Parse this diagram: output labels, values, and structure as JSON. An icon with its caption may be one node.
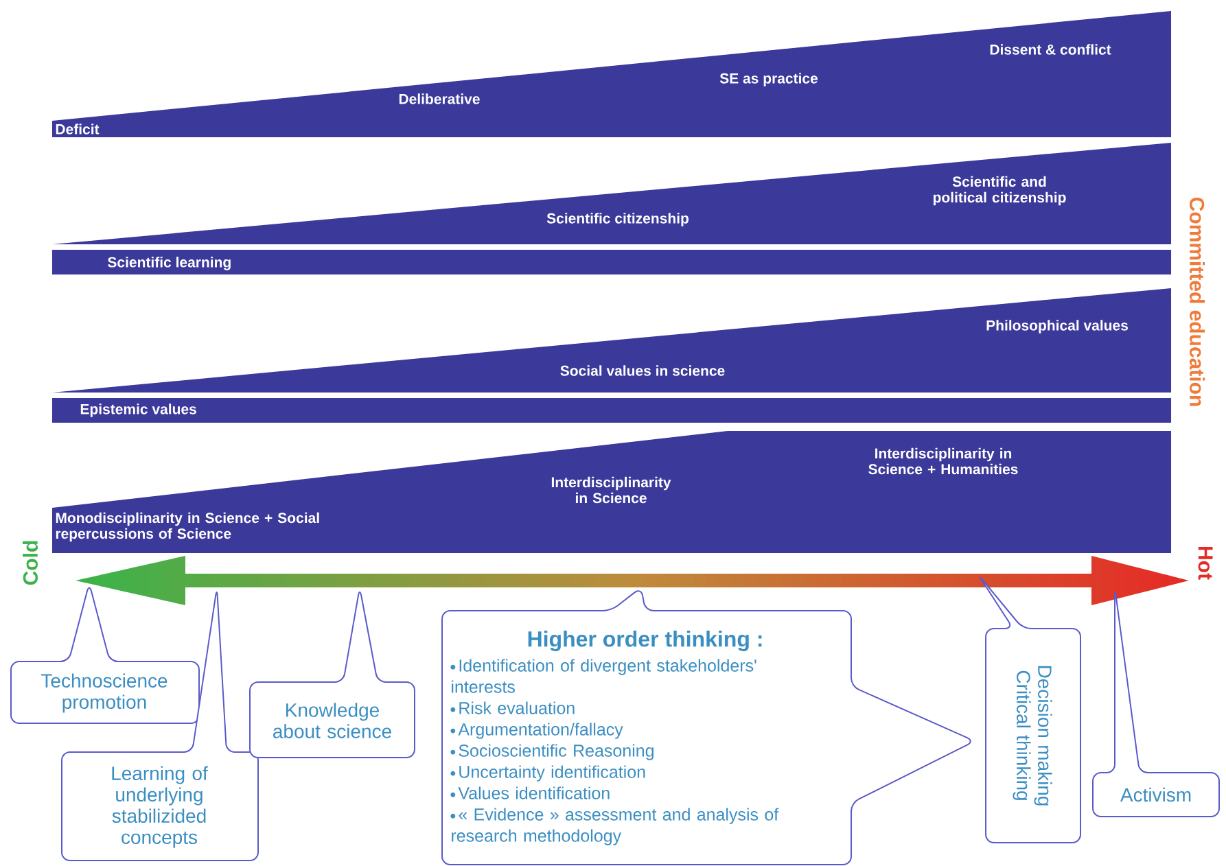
{
  "diagram": {
    "nodes": [
      {
        "text": [
          "Deficit",
          "Deliberative",
          "SE as practice",
          "Dissent & conflict"
        ]
      },
      {
        "text": [
          "Scientific learning",
          "Scientific citizenship",
          "Scientific and political citizenship"
        ]
      },
      {
        "text": [
          "Epistemic values",
          "Social values in science",
          "Philosophical values"
        ]
      },
      {
        "text": [
          "Monodisciplinarity in Science + Social repercussions of Science",
          "Interdisciplinarity in Science",
          "Interdisciplinarity in Science + Humanities"
        ]
      },
      {
        "text": [
          "Technoscience promotion"
        ]
      },
      {
        "text": [
          "Learning of underlying stabilizided concepts"
        ]
      },
      {
        "text": [
          "Knowledge about science"
        ]
      },
      {
        "text": [
          "Higher order thinking :",
          "Identification of divergent stakeholders' interests",
          "Risk evaluation",
          "Argumentation/fallacy",
          "Socioscientific Reasoning",
          "Uncertainty identification",
          "Values identification",
          "« Evidence » assessment and analysis of research methodology"
        ]
      },
      {
        "text": [
          "Decision making Critical thinking"
        ]
      },
      {
        "text": [
          "Activism"
        ]
      }
    ],
    "labels": [
      "Committed education",
      "Cold",
      "Hot"
    ]
  }
}
